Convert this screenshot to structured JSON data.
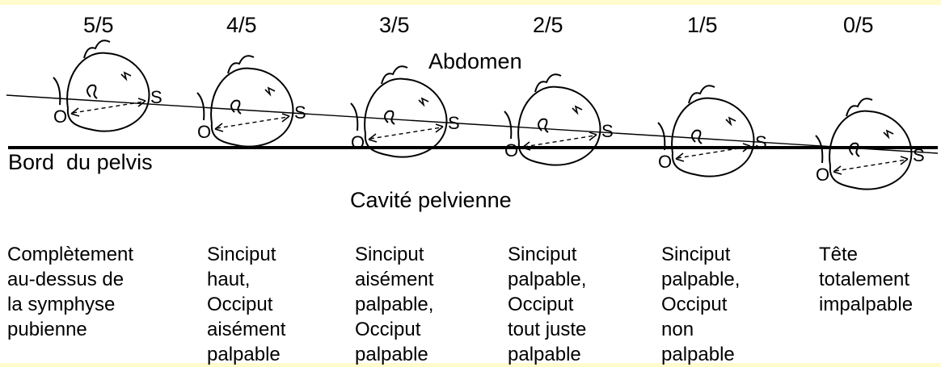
{
  "levels": [
    {
      "fraction": "5/5",
      "desc": [
        "Complètement",
        "au-dessus de",
        "la symphyse",
        "pubienne"
      ]
    },
    {
      "fraction": "4/5",
      "desc": [
        "Sinciput",
        "haut,",
        "Occiput",
        "aisément",
        "palpable"
      ]
    },
    {
      "fraction": "3/5",
      "desc": [
        "Sinciput",
        "aisément",
        "palpable,",
        "Occiput",
        "palpable"
      ]
    },
    {
      "fraction": "2/5",
      "desc": [
        "Sinciput",
        "palpable,",
        "Occiput",
        "tout juste",
        "palpable"
      ]
    },
    {
      "fraction": "1/5",
      "desc": [
        "Sinciput",
        "palpable,",
        "Occiput",
        "non",
        "palpable"
      ]
    },
    {
      "fraction": "0/5",
      "desc": [
        "Tête",
        "totalement",
        "impalpable"
      ]
    }
  ],
  "regions": {
    "abdomen": "Abdomen",
    "pelvic_brim": "Bord  du pelvis",
    "pelvic_cavity": "Cavité pelvienne"
  },
  "head_labels": {
    "occiput": "O",
    "sinciput": "S"
  },
  "colors": {
    "band": "#fffbcc",
    "ink": "#000000"
  }
}
